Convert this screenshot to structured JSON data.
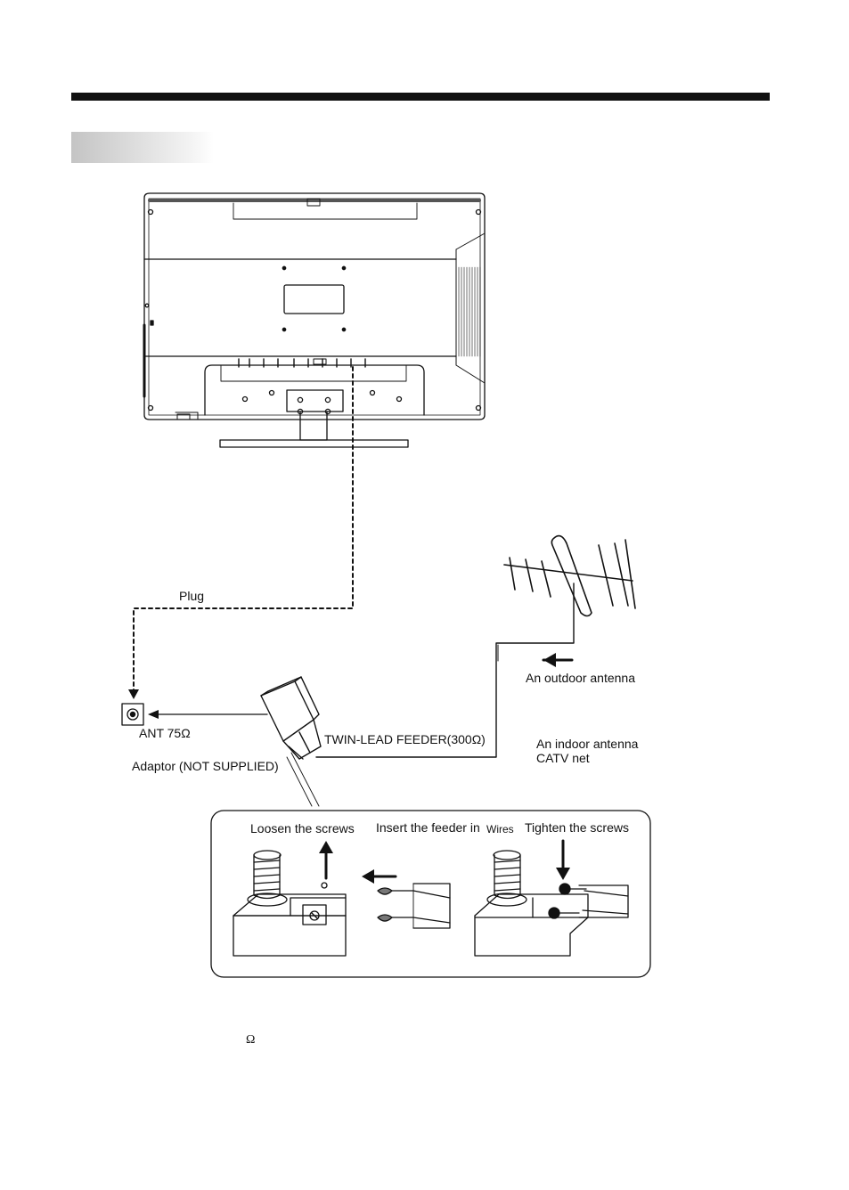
{
  "labels": {
    "plug": "Plug",
    "ant": "ANT 75Ω",
    "adaptor": "Adaptor  (NOT SUPPLIED)",
    "feeder": "TWIN-LEAD FEEDER(300Ω)",
    "outdoor": "An outdoor antenna",
    "indoor": "An indoor antenna",
    "catv": "CATV net"
  },
  "steps": {
    "loosen": "Loosen the screws",
    "insert": "Insert the feeder in",
    "wires": "Wires",
    "tighten": "Tighten the screws"
  },
  "footer": {
    "omega": "Ω"
  }
}
